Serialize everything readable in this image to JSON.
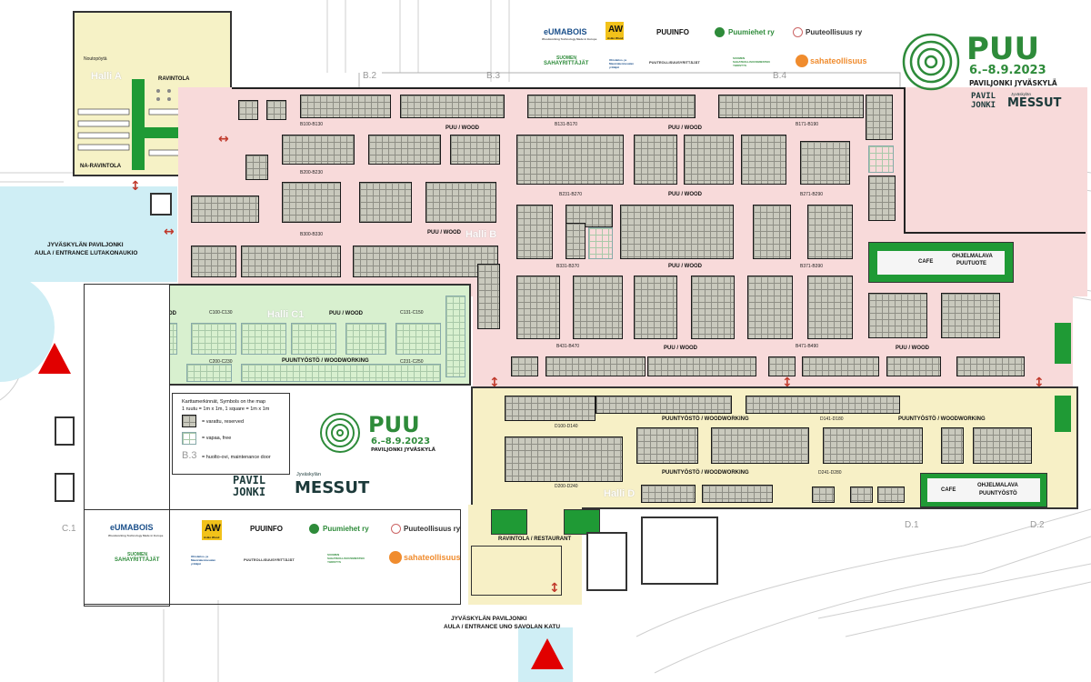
{
  "event": {
    "brand": "PUU",
    "dates": "6.–8.9.2023",
    "venue": "PAVILJONKI JYVÄSKYLÄ",
    "paviljonki_logo": "PAVIL JONKI",
    "messut_small": "Jyväskylän",
    "messut_logo": "MESSUT"
  },
  "colors": {
    "hall_a": "#f6f2c6",
    "hall_b": "#f8dada",
    "hall_c1": "#d8f0cf",
    "hall_d": "#f7f0c6",
    "lobby": "#cfeef5",
    "booth": "#c9c9bd",
    "brand_green": "#2e8b3a",
    "entrance_red": "#e10000"
  },
  "halls": {
    "a": "Halli A",
    "b": "Halli B",
    "c1": "Halli C1",
    "d": "Halli D"
  },
  "labels": {
    "noutopoyta": "Noutopöytä",
    "ravintola": "RAVINTOLA",
    "na_ravintola": "NA-RAVINTOLA",
    "lobby_north_1": "JYVÄSKYLÄN PAVILJONKI",
    "lobby_north_2": "AULA / ENTRANCE LUTAKONAUKIO",
    "lobby_south_1": "JYVÄSKYLÄN PAVILJONKI",
    "lobby_south_2": "AULA / ENTRANCE UNO SAVOLAN KATU",
    "puu_wood": "PUU / WOOD",
    "puuntyosto": "PUUNTYÖSTÖ / WOODWORKING",
    "cafe": "CAFE",
    "ohjelmalava_1": "OHJELMALAVA",
    "ohjelmalava_puutuote": "PUUTUOTE",
    "ohjelmalava_puuntyosto": "PUUNTYÖSTÖ",
    "restaurant": "RAVINTOLA / RESTAURANT"
  },
  "codes": {
    "b100": "B100-B130",
    "b131": "B131-B170",
    "b171": "B171-B190",
    "b200": "B200-B230",
    "b231": "B231-B270",
    "b271": "B271-B290",
    "b300": "B300-B330",
    "b331": "B331-B370",
    "b371": "B371-B390",
    "b431": "B431-B470",
    "b471": "B471-B490",
    "c100": "C100-C130",
    "c131": "C131-C150",
    "c200": "C200-C230",
    "c231": "C231-C250",
    "d100": "D100-D140",
    "d141": "D141-D180",
    "d200": "D200-D240",
    "d241": "D241-D280"
  },
  "gates": {
    "b2": "B.2",
    "b3": "B.3",
    "b4": "B.4",
    "c1": "C.1",
    "d1": "D.1",
    "d2": "D.2"
  },
  "legend": {
    "title": "Karttamerkinnät, Symbols on the map",
    "scale": "1 ruutu = 1m x 1m, 1 square = 1m x 1m",
    "reserved": "= varattu, reserved",
    "free": "= vapaa, free",
    "door_code": "B.3",
    "door": "= huolto-ovi, maintenance door"
  },
  "sponsors": {
    "eumabois": "eUMABOIS",
    "eumabois_sub": "Woodworking Technology Made in Europe",
    "aw": "AW",
    "aw_sub": "Asiko Wood",
    "puuinfo": "PUUINFO",
    "puumiehet": "Puumiehet ry",
    "puuteollisuus": "Puuteollisuus ry",
    "sahayrittajat_1": "SUOMEN",
    "sahayrittajat_2": "SAHAYRITTÄJÄT",
    "ohiolaitos": "Ohiolaitos- ja Maanrakennusalan yrittäjät",
    "puuteollisuusyrittajat": "PUUTEOLLISUUSYRITTÄJÄT",
    "sahateollisuus_assoc": "SUOMEN SAHATEOLLISUUSMIESTEN YHDISTYS",
    "sahateollisuus": "sahateollisuus"
  }
}
